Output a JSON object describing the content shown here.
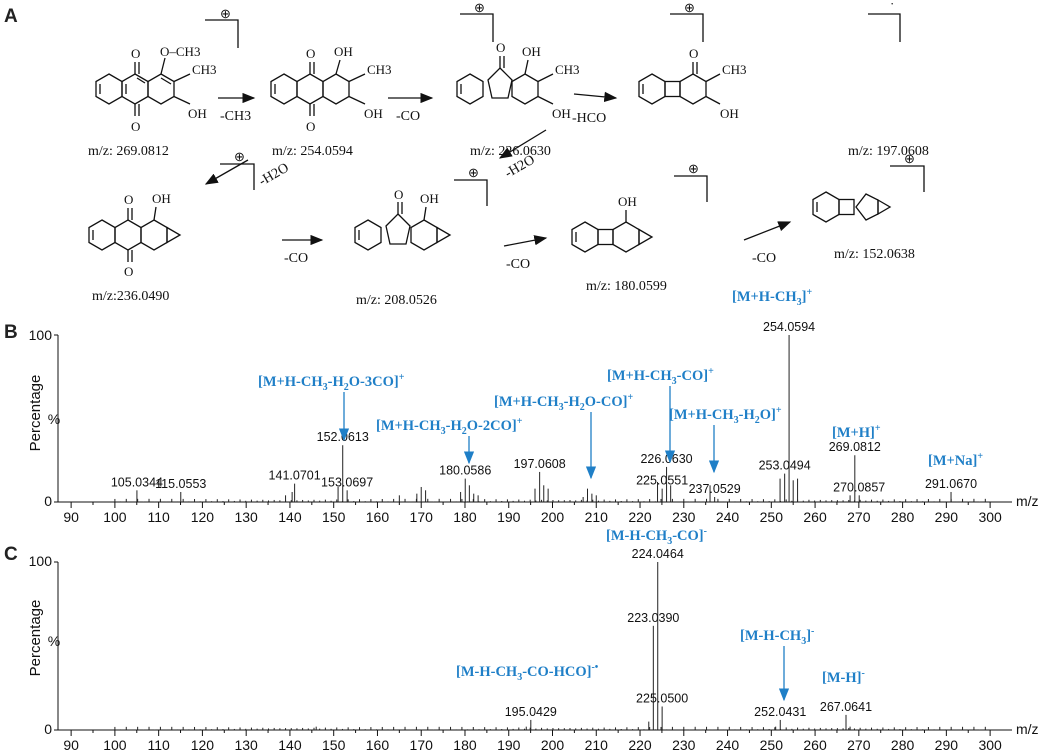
{
  "panels": {
    "a": "A",
    "b": "B",
    "c": "C"
  },
  "scheme": {
    "mz": [
      "m/z: 269.0812",
      "m/z: 254.0594",
      "m/z: 226.0630",
      "m/z: 197.0608",
      "m/z:236.0490",
      "m/z: 208.0526",
      "m/z: 180.0599",
      "m/z: 152.0638"
    ],
    "steps": [
      "-CH3",
      "-CO",
      "-HCO",
      "-H2O",
      "-H2O",
      "-CO",
      "-CO",
      "-CO"
    ],
    "charge_plus": "⊕",
    "radical_dot": "·",
    "atoms": {
      "o": "O",
      "oh": "OH",
      "och3": "O–CH3",
      "ch3": "CH3"
    }
  },
  "axes": {
    "ylabel": "Percentage",
    "percent": "%",
    "xunit": "m/z",
    "yticks": [
      "100",
      "0"
    ],
    "xticks": [
      90,
      100,
      110,
      120,
      130,
      140,
      150,
      160,
      170,
      180,
      190,
      200,
      210,
      220,
      230,
      240,
      250,
      260,
      270,
      280,
      290,
      300
    ]
  },
  "chart_data": [
    {
      "type": "bar",
      "panel": "B",
      "xlabel": "m/z",
      "ylabel": "Percentage",
      "xlim": [
        87,
        305
      ],
      "ylim": [
        0,
        100
      ],
      "peaks": [
        {
          "x": 105.0344,
          "y": 7,
          "label": "105.0344"
        },
        {
          "x": 115.0553,
          "y": 6,
          "label": "115.0553"
        },
        {
          "x": 141.0701,
          "y": 11,
          "label": "141.0701"
        },
        {
          "x": 152.0613,
          "y": 34,
          "label": "152.0613"
        },
        {
          "x": 153.0697,
          "y": 7,
          "label": "153.0697"
        },
        {
          "x": 180.0586,
          "y": 14,
          "label": "180.0586"
        },
        {
          "x": 197.0608,
          "y": 18,
          "label": "197.0608"
        },
        {
          "x": 225.0551,
          "y": 8,
          "label": "225.0551"
        },
        {
          "x": 226.063,
          "y": 21,
          "label": "226.0630"
        },
        {
          "x": 237.0529,
          "y": 3,
          "label": "237.0529"
        },
        {
          "x": 253.0494,
          "y": 17,
          "label": "253.0494"
        },
        {
          "x": 254.0594,
          "y": 100,
          "label": "254.0594"
        },
        {
          "x": 269.0812,
          "y": 28,
          "label": "269.0812"
        },
        {
          "x": 270.0857,
          "y": 4,
          "label": "270.0857"
        },
        {
          "x": 291.067,
          "y": 6,
          "label": "291.0670"
        }
      ],
      "minor_peaks": [
        {
          "x": 139.0,
          "y": 4
        },
        {
          "x": 140.5,
          "y": 6
        },
        {
          "x": 151.0,
          "y": 9
        },
        {
          "x": 165.0,
          "y": 4
        },
        {
          "x": 169.0,
          "y": 5
        },
        {
          "x": 170.0,
          "y": 9
        },
        {
          "x": 171.0,
          "y": 7
        },
        {
          "x": 179.0,
          "y": 6
        },
        {
          "x": 181.0,
          "y": 10
        },
        {
          "x": 182.0,
          "y": 5
        },
        {
          "x": 183.0,
          "y": 4
        },
        {
          "x": 196.0,
          "y": 8
        },
        {
          "x": 198.0,
          "y": 10
        },
        {
          "x": 199.0,
          "y": 8
        },
        {
          "x": 207.0,
          "y": 3
        },
        {
          "x": 208.0,
          "y": 8
        },
        {
          "x": 209.0,
          "y": 5
        },
        {
          "x": 210.0,
          "y": 4
        },
        {
          "x": 224.0,
          "y": 12
        },
        {
          "x": 227.0,
          "y": 10
        },
        {
          "x": 236.0,
          "y": 10
        },
        {
          "x": 252.0,
          "y": 14
        },
        {
          "x": 255.0,
          "y": 13
        },
        {
          "x": 256.0,
          "y": 14
        },
        {
          "x": 268.0,
          "y": 4
        }
      ],
      "annotations": [
        {
          "label": "[M+H-CH3-H2O-3CO]+",
          "x": 152.06,
          "y": 34
        },
        {
          "label": "[M+H-CH3-H2O-2CO]+",
          "x": 180.06,
          "y": 14
        },
        {
          "label": "[M+H-CH3-H2O-CO]+",
          "x": 208.05,
          "y": 8
        },
        {
          "label": "[M+H-CH3-CO]+",
          "x": 226.06,
          "y": 21
        },
        {
          "label": "[M+H-CH3-H2O]+",
          "x": 236.05,
          "y": 10
        },
        {
          "label": "[M+H-CH3]+",
          "x": 254.06,
          "y": 100
        },
        {
          "label": "[M+H]+",
          "x": 269.08,
          "y": 28
        },
        {
          "label": "[M+Na]+",
          "x": 291.07,
          "y": 6
        }
      ]
    },
    {
      "type": "bar",
      "panel": "C",
      "xlabel": "m/z",
      "ylabel": "Percentage",
      "xlim": [
        87,
        305
      ],
      "ylim": [
        0,
        100
      ],
      "peaks": [
        {
          "x": 195.0429,
          "y": 6,
          "label": "195.0429"
        },
        {
          "x": 223.039,
          "y": 62,
          "label": "223.0390"
        },
        {
          "x": 224.0464,
          "y": 100,
          "label": "224.0464"
        },
        {
          "x": 225.05,
          "y": 14,
          "label": "225.0500"
        },
        {
          "x": 252.0431,
          "y": 6,
          "label": "252.0431"
        },
        {
          "x": 267.0641,
          "y": 9,
          "label": "267.0641"
        }
      ],
      "minor_peaks": [
        {
          "x": 146.0,
          "y": 2
        },
        {
          "x": 194.0,
          "y": 2
        },
        {
          "x": 222.0,
          "y": 5
        },
        {
          "x": 251.0,
          "y": 2
        },
        {
          "x": 268.0,
          "y": 2
        }
      ],
      "annotations": [
        {
          "label": "[M-H-CH3-CO]-",
          "x": 224.05,
          "y": 100
        },
        {
          "label": "[M-H-CH3-CO-HCO]-•",
          "x": 195.04,
          "y": 6
        },
        {
          "label": "[M-H-CH3]-",
          "x": 252.04,
          "y": 6
        },
        {
          "label": "[M-H]-",
          "x": 267.06,
          "y": 9
        }
      ]
    }
  ],
  "colors": {
    "annotation": "#1f7fc7",
    "peak": "#222222"
  }
}
